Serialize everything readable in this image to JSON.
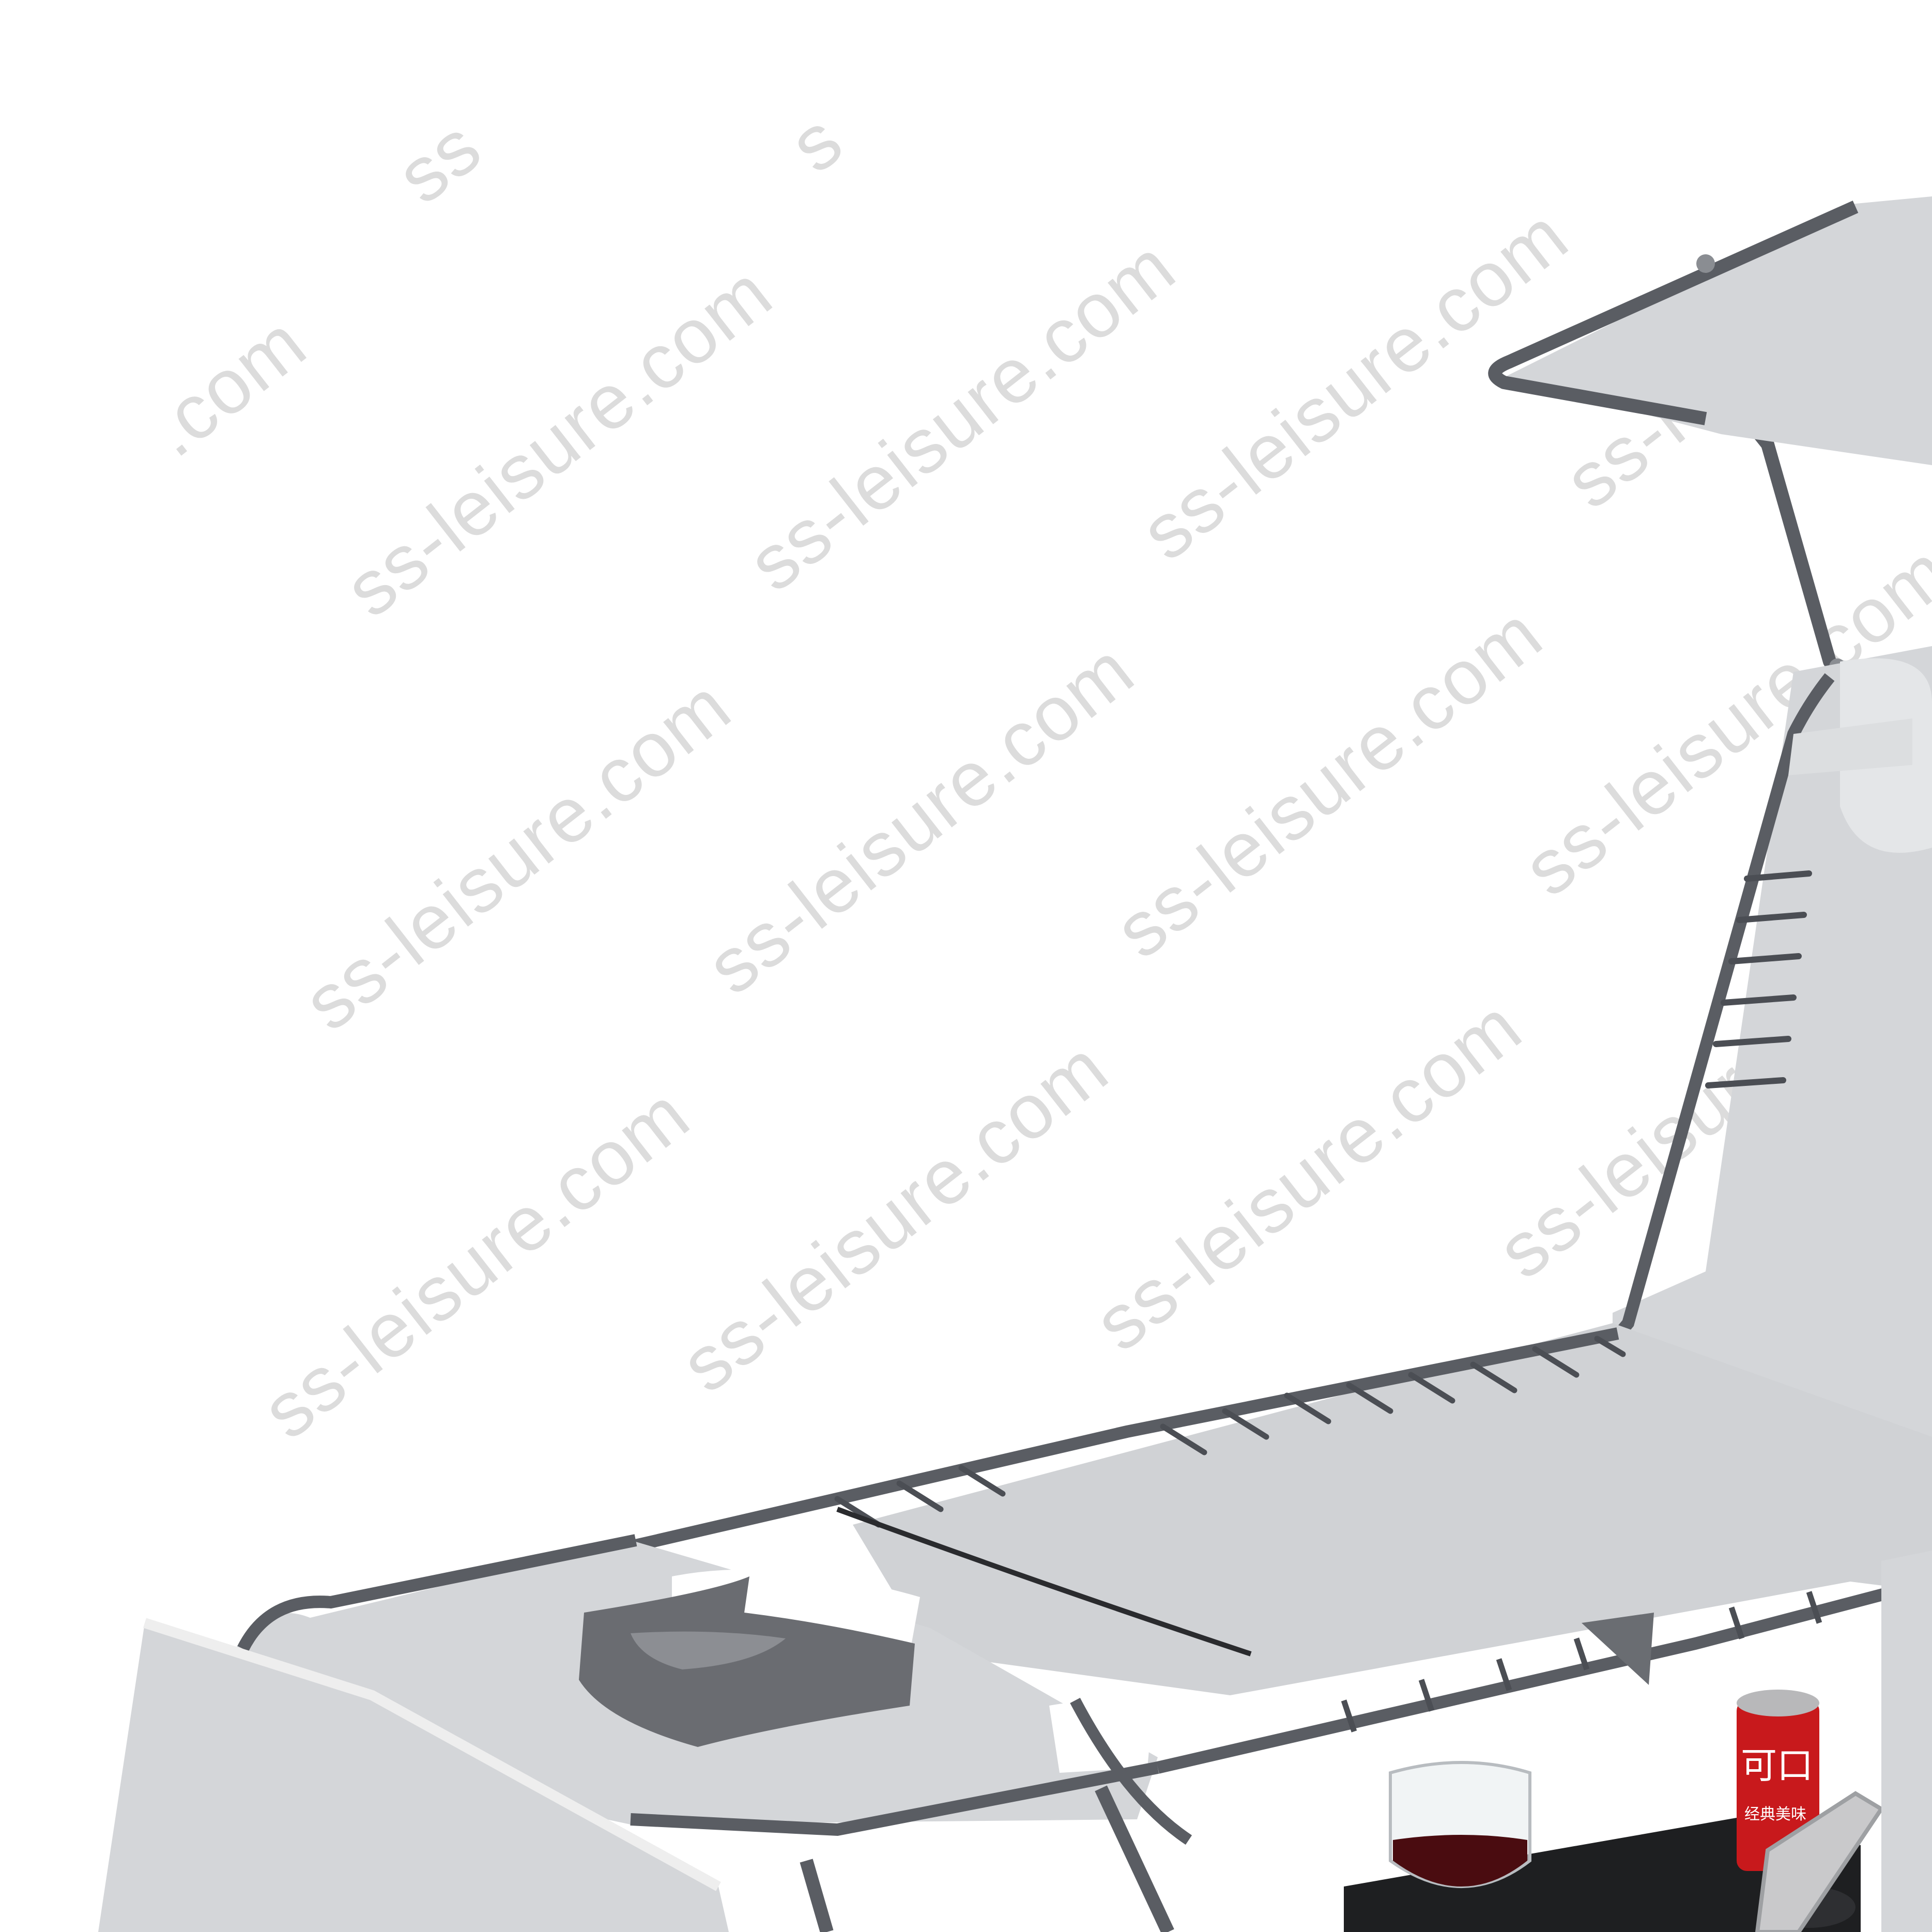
{
  "scene": {
    "subject": "folding-sun-lounger",
    "colors": {
      "background": "#ffffff",
      "fabric": "#d4d6d9",
      "fabric_shade": "#c3c6ca",
      "frame": "#5a5d63",
      "frame_dark": "#3e4146",
      "cord": "#4b4e54",
      "pillow": "#6a6c71",
      "tray": "#1e1f21",
      "can_red": "#c8191c",
      "wine": "#4a0c10",
      "watermark": "#dcdcdc"
    }
  },
  "watermark": {
    "text": "ss-leisure.com",
    "partial_texts": [
      ".com",
      "ss",
      "ss-leisure",
      "s"
    ]
  },
  "can": {
    "label": "可口",
    "sub_label": "经典美味"
  }
}
